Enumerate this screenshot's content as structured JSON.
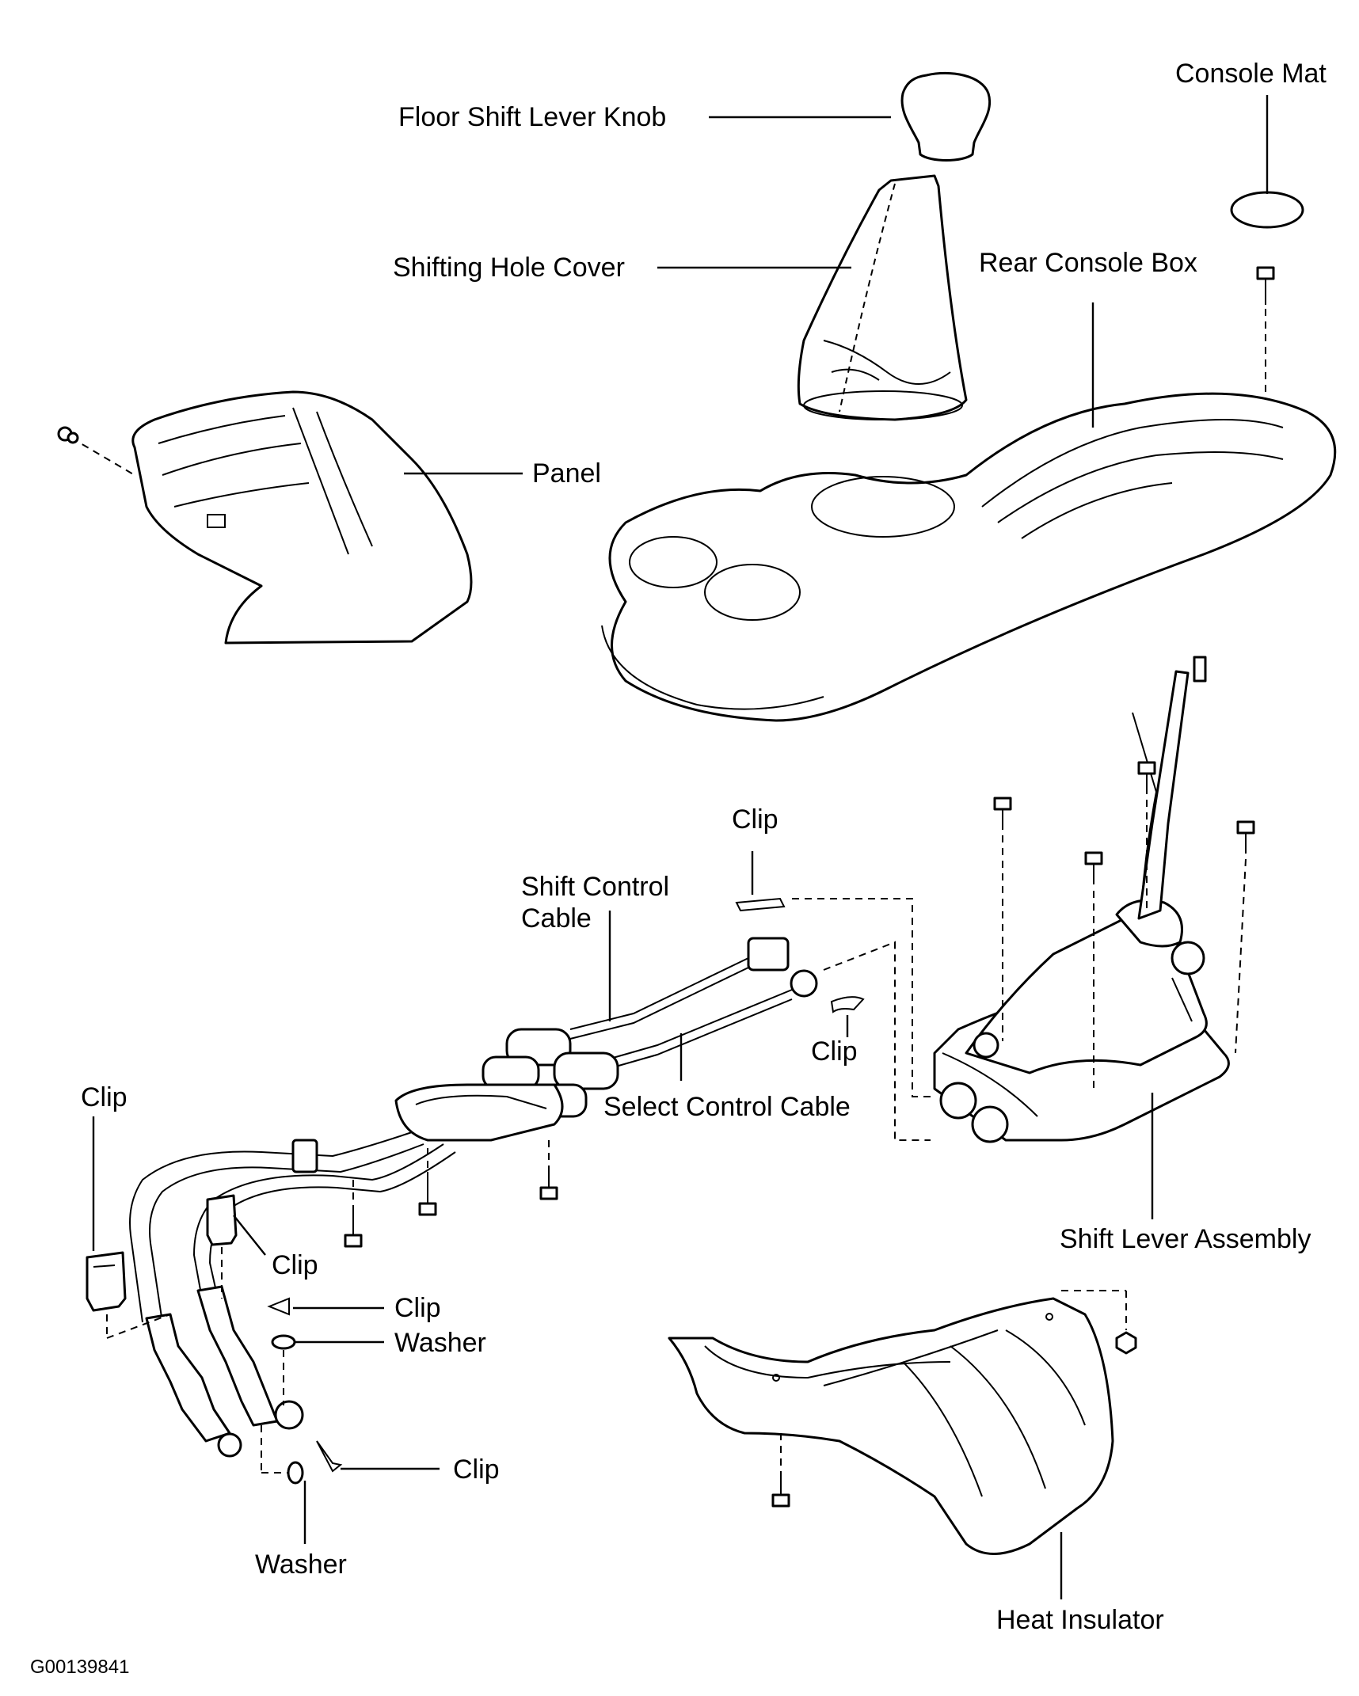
{
  "figure_id": "G00139841",
  "labels": {
    "floor_shift_lever_knob": "Floor Shift Lever Knob",
    "console_mat": "Console Mat",
    "shifting_hole_cover": "Shifting Hole Cover",
    "rear_console_box": "Rear Console Box",
    "panel": "Panel",
    "clip_top": "Clip",
    "shift_control_cable": "Shift Control Cable",
    "clip_right": "Clip",
    "select_control_cable": "Select Control Cable",
    "clip_left": "Clip",
    "clip_center": "Clip",
    "clip_lower": "Clip",
    "washer_upper": "Washer",
    "clip_bottom": "Clip",
    "washer_bottom": "Washer",
    "shift_lever_assembly": "Shift Lever Assembly",
    "heat_insulator": "Heat Insulator"
  }
}
